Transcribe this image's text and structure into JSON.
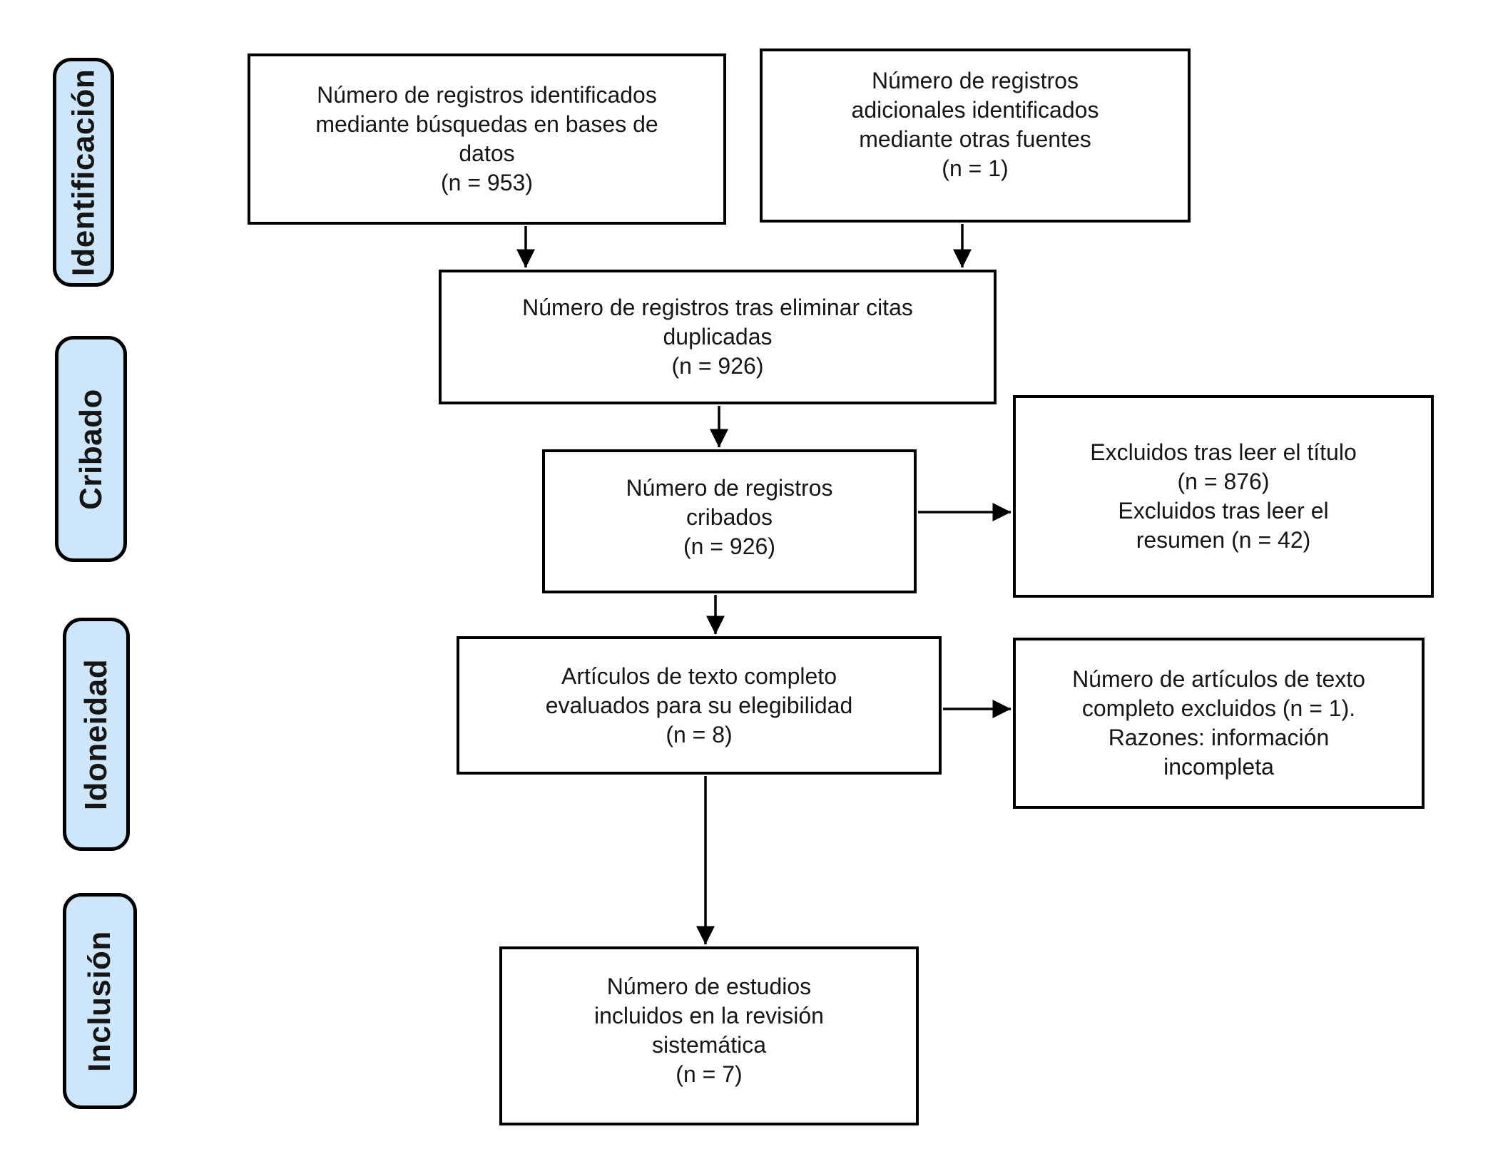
{
  "stages": [
    {
      "id": "identificacion",
      "label": "Identificación"
    },
    {
      "id": "cribado",
      "label": "Cribado"
    },
    {
      "id": "idoneidad",
      "label": "Idoneidad"
    },
    {
      "id": "inclusion",
      "label": "Inclusión"
    }
  ],
  "boxes": {
    "identified": {
      "text": "Número de registros identificados\nmediante búsquedas en bases de\ndatos\n(n = 953)"
    },
    "additional": {
      "text": "Número de registros\nadicionales identificados\nmediante otras fuentes\n(n = 1)"
    },
    "deduplicated": {
      "text": "Número de registros tras eliminar citas\nduplicadas\n(n = 926)"
    },
    "screened": {
      "text": "Número de registros\ncribados\n(n = 926)"
    },
    "excluded_screening": {
      "text": "Excluidos tras leer el título\n(n = 876)\nExcluidos tras leer el\nresumen (n = 42)"
    },
    "fulltext_assessed": {
      "text": "Artículos de texto completo\nevaluados para su elegibilidad\n(n = 8)"
    },
    "fulltext_excluded": {
      "text": "Número de artículos de texto\ncompleto excluidos (n = 1).\nRazones: información\nincompleta"
    },
    "included": {
      "text": "Número de estudios\nincluidos en la revisión\nsistemática\n(n = 7)"
    }
  },
  "colors": {
    "stage_fill": "#cde6f9",
    "border": "#000000",
    "text": "#161616",
    "background": "#ffffff"
  }
}
